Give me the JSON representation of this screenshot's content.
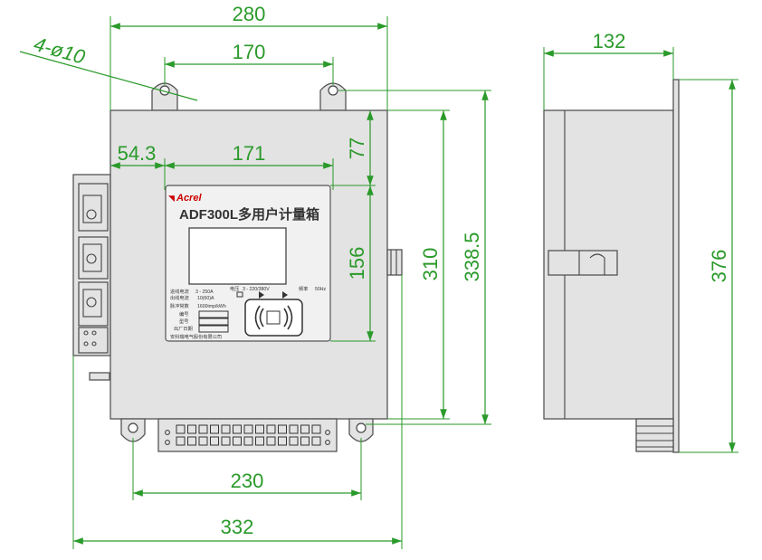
{
  "front_view": {
    "dims": {
      "overall_width": "280",
      "hole_spacing_top": "170",
      "hole_callout": "4-ø10",
      "left_offset": "54.3",
      "label_width": "171",
      "top_offset": "77",
      "label_height": "156",
      "body_height": "310",
      "height_with_tabs": "338.5",
      "hole_spacing_bottom": "230",
      "total_width": "332"
    },
    "nameplate": {
      "brand": "Acrel",
      "model_title": "ADF300L多用户计量箱",
      "spec_rows": [
        {
          "label": "进线电流",
          "value": "3 - 250A"
        },
        {
          "label": "电压",
          "value": "3 - 220/380V"
        },
        {
          "label": "频率",
          "value": "50Hz"
        },
        {
          "label": "出线电流",
          "value": "10(60)A"
        },
        {
          "label": "脉冲常数",
          "value": "1600imp/kWh"
        },
        {
          "label": "编号",
          "value": ""
        },
        {
          "label": "型号",
          "value": ""
        },
        {
          "label": "出厂日期",
          "value": ""
        }
      ],
      "company": "安科瑞电气股份有限公司"
    }
  },
  "side_view": {
    "dims": {
      "depth": "132",
      "height": "376"
    }
  },
  "colors": {
    "dimension": "#2a9a2a",
    "outline": "#555555",
    "fill": "#e3e3e3"
  }
}
